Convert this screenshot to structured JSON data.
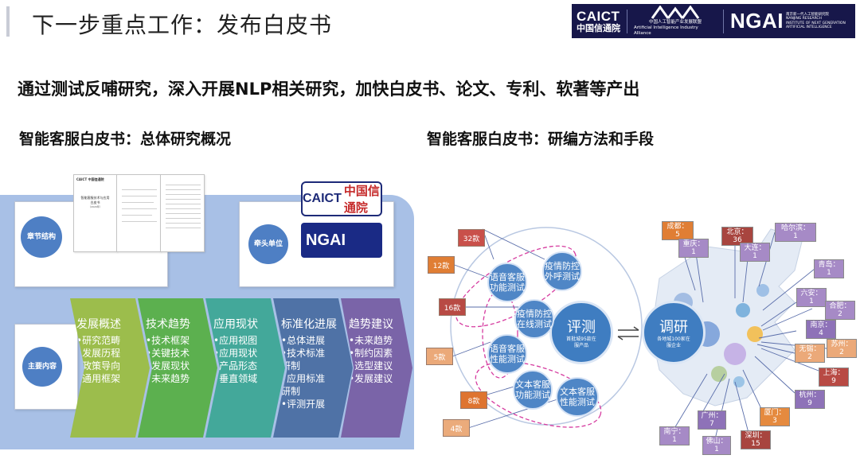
{
  "header": {
    "title": "下一步重点工作：发布白皮书",
    "logos": {
      "caict_en": "CAICT",
      "caict_cn": "中国信通院",
      "aiia_mark": "AIIA",
      "aiia_cn": "中国人工智能产业发展联盟",
      "aiia_en": "Artificial Intelligence Industry Alliance",
      "ngai_mark": "NGAI",
      "ngai_cn": "南京新一代人工智能研究院",
      "ngai_en1": "NANJING RESEARCH",
      "ngai_en2": "INSTITUTE OF NEXT GENERATION",
      "ngai_en3": "ARTIFICIAL INTELLIGENCE"
    }
  },
  "subtitle": "通过测试反哺研究，深入开展NLP相关研究，加快白皮书、论文、专利、软著等产出",
  "left": {
    "section_title": "智能客服白皮书：总体研究概况",
    "doc_cover": {
      "brand": "CAICT 中国信通院",
      "title_line1": "智能客服技术与应用",
      "title_line2": "白皮书",
      "year": "（2020年）"
    },
    "chapter_label": "章节结构",
    "lead_label": "牵头单位",
    "content_label": "主要内容",
    "lead_logos": {
      "caict_en": "CAICT",
      "caict_cn": "中国信通院",
      "ngai": "NGAI"
    },
    "steps": [
      {
        "title": "发展概述",
        "items": [
          "•研究范畴",
          "•发展历程",
          "•政策导向",
          "•通用框架"
        ],
        "color": "#9cbd4c"
      },
      {
        "title": "技术趋势",
        "items": [
          "•技术框架",
          "•关键技术",
          "•发展现状",
          "•未来趋势"
        ],
        "color": "#5cb04f"
      },
      {
        "title": "应用现状",
        "items": [
          "•应用视图",
          "•应用现状",
          "•产品形态",
          "•垂直领域"
        ],
        "color": "#43a89a"
      },
      {
        "title": "标准化进展",
        "items": [
          "•总体进展",
          "•技术标准",
          " 研制",
          "•应用标准",
          " 研制",
          "•评测开展"
        ],
        "color": "#4f72a6"
      },
      {
        "title": "趋势建议",
        "items": [
          "•未来趋势",
          "•制约因素",
          "•选型建议",
          "•发展建议"
        ],
        "color": "#7a64a8"
      }
    ]
  },
  "right": {
    "section_title": "智能客服白皮书：研编方法和手段",
    "evaluation": {
      "main": "评测",
      "sub1": "首批城95款在",
      "sub2": "服产品"
    },
    "research": {
      "main": "调研",
      "sub1": "各地城100家在",
      "sub2": "服企业"
    },
    "tests": [
      {
        "line1": "语音客服",
        "line2": "功能测试"
      },
      {
        "line1": "疫情防控",
        "line2": "外呼测试"
      },
      {
        "line1": "疫情防控",
        "line2": "在线测试"
      },
      {
        "line1": "语音客服",
        "line2": "性能测试"
      },
      {
        "line1": "文本客服",
        "line2": "功能测试"
      },
      {
        "line1": "文本客服",
        "line2": "性能测试"
      }
    ],
    "counts": [
      {
        "label": "32款",
        "color": "#c9504a"
      },
      {
        "label": "12款",
        "color": "#e07e34"
      },
      {
        "label": "16款",
        "color": "#b84a44"
      },
      {
        "label": "5款",
        "color": "#eba979"
      },
      {
        "label": "8款",
        "color": "#de7430"
      },
      {
        "label": "4款",
        "color": "#ebab7b"
      }
    ],
    "cities": [
      {
        "name": "成都：",
        "num": "5",
        "color": "#e07e34"
      },
      {
        "name": "重庆：",
        "num": "1",
        "color": "#a68ac6"
      },
      {
        "name": "北京：",
        "num": "36",
        "color": "#a8453f"
      },
      {
        "name": "大连：",
        "num": "1",
        "color": "#a68ac6"
      },
      {
        "name": "哈尔滨：",
        "num": "1",
        "color": "#a68ac6"
      },
      {
        "name": "青岛：",
        "num": "1",
        "color": "#a68ac6"
      },
      {
        "name": "六安：",
        "num": "1",
        "color": "#a68ac6"
      },
      {
        "name": "合肥：",
        "num": "2",
        "color": "#a68ac6"
      },
      {
        "name": "南京：",
        "num": "4",
        "color": "#8e72b8"
      },
      {
        "name": "无锡：",
        "num": "2",
        "color": "#eba979"
      },
      {
        "name": "苏州：",
        "num": "2",
        "color": "#eba979"
      },
      {
        "name": "上海：",
        "num": "9",
        "color": "#b84a44"
      },
      {
        "name": "杭州：",
        "num": "9",
        "color": "#8e72b8"
      },
      {
        "name": "厦门：",
        "num": "3",
        "color": "#e58a3f"
      },
      {
        "name": "广州：",
        "num": "7",
        "color": "#8e72b8"
      },
      {
        "name": "南宁：",
        "num": "1",
        "color": "#a68ac6"
      },
      {
        "name": "佛山：",
        "num": "1",
        "color": "#a68ac6"
      },
      {
        "name": "深圳：",
        "num": "15",
        "color": "#a8453f"
      }
    ]
  }
}
